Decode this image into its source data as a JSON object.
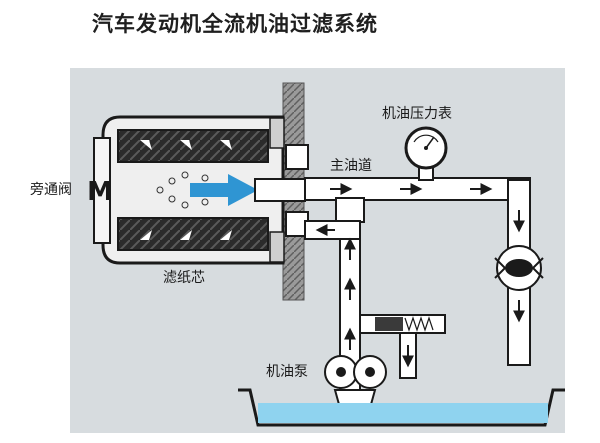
{
  "title": "汽车发动机全流机油过滤系统",
  "labels": {
    "bypass_valve": "旁通阀",
    "filter_paper": "滤纸芯",
    "main_gallery": "主油道",
    "pressure_gauge": "机油压力表",
    "oil_pump": "机油泵"
  },
  "colors": {
    "background_panel": "#d7dcdf",
    "oil_flow_arrow": "#2f95d3",
    "oil_sump_fluid": "#8fd3ef",
    "pipe": "#ffffff",
    "outline": "#1a1a1a"
  }
}
